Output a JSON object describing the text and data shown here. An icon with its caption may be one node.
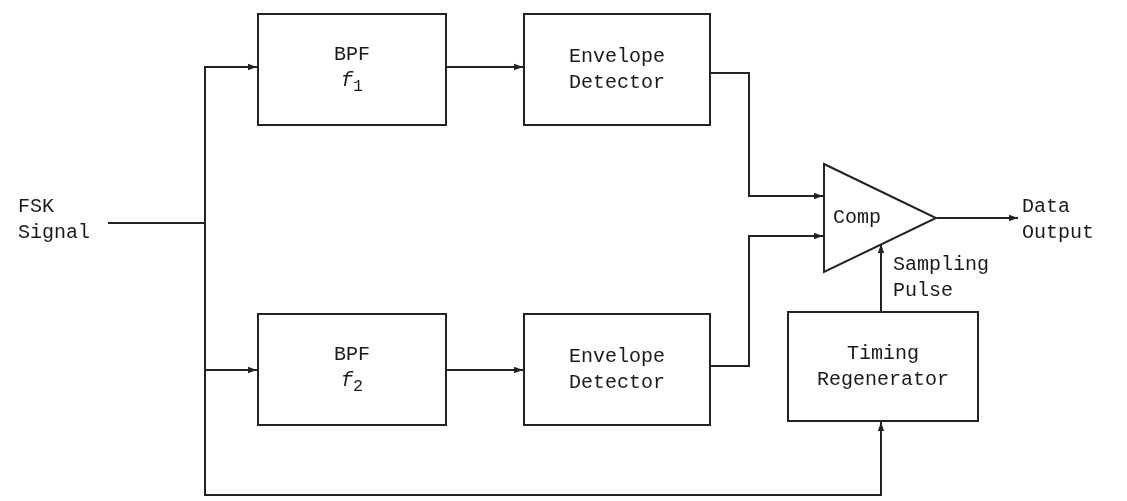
{
  "diagram": {
    "nodes": [
      {
        "text": [
          "FSK Signal"
        ]
      },
      {
        "text": [
          "BPF",
          "*f*$_{1}$"
        ]
      },
      {
        "text": [
          "Envelope Detector"
        ]
      },
      {
        "text": [
          "BPF",
          "*f*$_{2}$"
        ]
      },
      {
        "text": [
          "Envelope Detector"
        ]
      },
      {
        "text": [
          "Comp"
        ]
      },
      {
        "text": [
          "Data Output"
        ]
      },
      {
        "text": [
          "Timing Regenerator"
        ]
      }
    ],
    "edges": [
      {
        "from": 0,
        "to": 1,
        "arrow": "to"
      },
      {
        "from": 0,
        "to": 3,
        "arrow": "to"
      },
      {
        "from": 0,
        "to": 7,
        "arrow": "to"
      },
      {
        "from": 1,
        "to": 2,
        "arrow": "to"
      },
      {
        "from": 3,
        "to": 4,
        "arrow": "to"
      },
      {
        "from": 2,
        "to": 5,
        "arrow": "to"
      },
      {
        "from": 4,
        "to": 5,
        "arrow": "to"
      },
      {
        "from": 7,
        "to": 5,
        "arrow": "to",
        "label": "Sampling Pulse"
      },
      {
        "from": 5,
        "to": 6,
        "arrow": "to"
      }
    ]
  }
}
